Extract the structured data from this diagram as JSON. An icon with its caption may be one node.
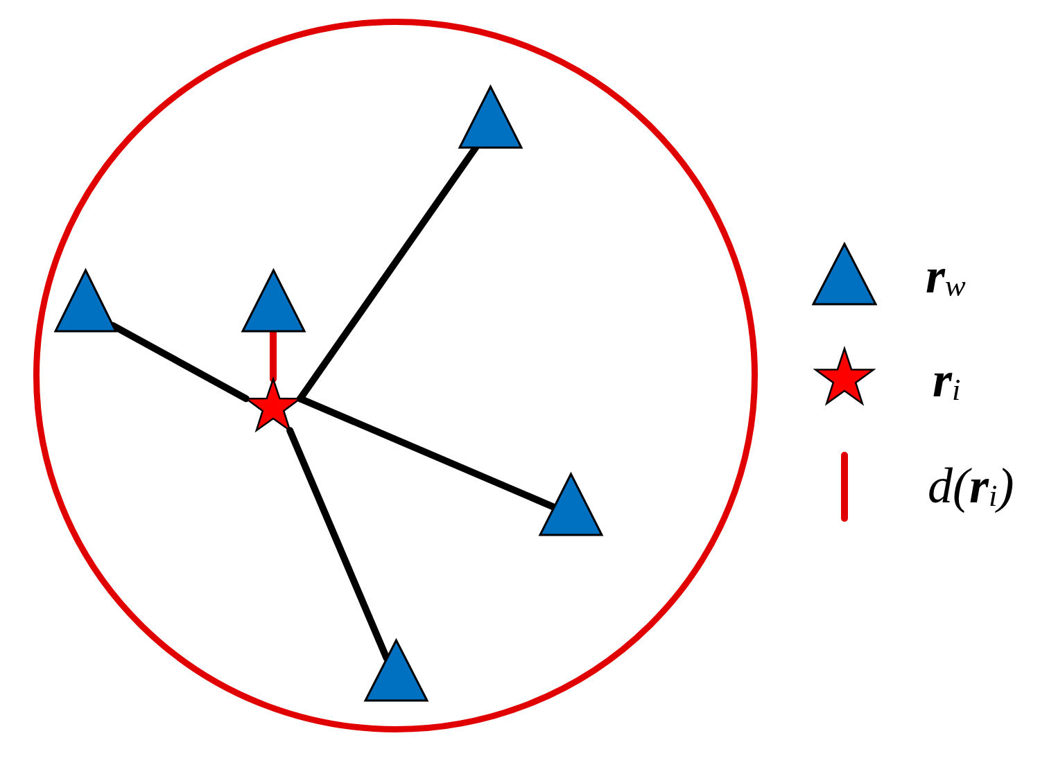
{
  "diagram": {
    "nodes": [
      {
        "text": [],
        "shape": "circle"
      },
      {
        "text": [],
        "shape": "triangle",
        "in": 0
      },
      {
        "text": [],
        "shape": "triangle",
        "in": 0
      },
      {
        "text": [],
        "shape": "triangle",
        "in": 0
      },
      {
        "text": [],
        "shape": "star",
        "in": 0
      },
      {
        "text": [],
        "shape": "triangle",
        "in": 0
      },
      {
        "text": [],
        "shape": "triangle",
        "in": 0
      }
    ],
    "edges": [
      {
        "from": 4,
        "to": 1,
        "arrow": "none"
      },
      {
        "from": 4,
        "to": 2,
        "arrow": "none"
      },
      {
        "from": 4,
        "to": 3,
        "arrow": "none",
        "color": "#e00000"
      },
      {
        "from": 4,
        "to": 5,
        "arrow": "none"
      },
      {
        "from": 4,
        "to": 6,
        "arrow": "none"
      }
    ],
    "legend": [
      {
        "text": "**r**$_{w}$"
      },
      {
        "text": "**r**$_{i}$"
      },
      {
        "text": "d(**r**$_{i}$)"
      }
    ]
  }
}
